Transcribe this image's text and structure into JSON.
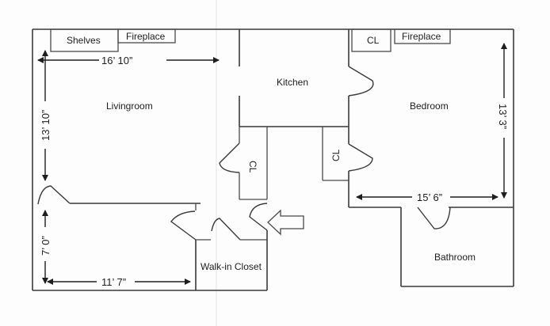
{
  "plan": {
    "rooms": {
      "livingroom": "Livingroom",
      "kitchen": "Kitchen",
      "bedroom": "Bedroom",
      "bathroom": "Bathroom",
      "walk_in_closet": "Walk-in Closet"
    },
    "fixtures": {
      "shelves": "Shelves",
      "fireplace_living": "Fireplace",
      "fireplace_bedroom": "Fireplace",
      "closet_bedroom_top": "CL",
      "closet_hall_left": "CL",
      "closet_hall_right": "CL"
    },
    "dimensions": {
      "living_width": "16’ 10”",
      "living_height": "13’ 10”",
      "lower_height": "7’ 0”",
      "lower_width": "11’ 7”",
      "bedroom_height": "13’ 3”",
      "bedroom_width": "15’ 6”"
    },
    "entrance_arrow": "entrance-arrow"
  }
}
